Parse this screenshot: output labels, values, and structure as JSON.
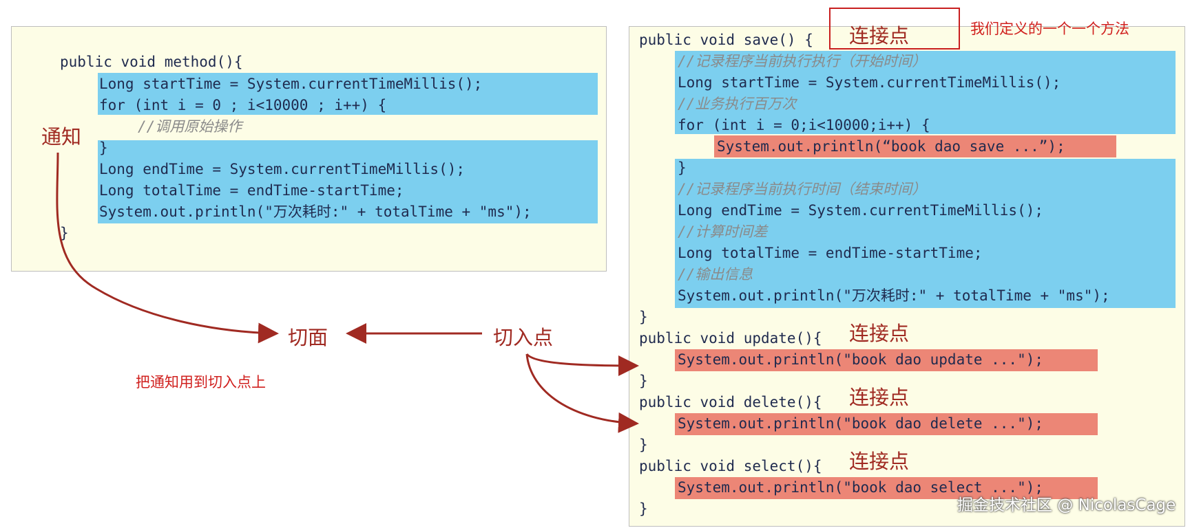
{
  "left_code": [
    "public void method(){",
    "Long startTime = System.currentTimeMillis();",
    "for (int i = 0 ; i<10000 ; i++) {",
    "//调用原始操作",
    "}",
    "Long endTime = System.currentTimeMillis();",
    "Long totalTime = endTime-startTime;",
    "System.out.println(\"万次耗时:\" + totalTime + \"ms\");",
    "}"
  ],
  "right_code": [
    "public void save() {",
    "//记录程序当前执行执行（开始时间）",
    "Long startTime = System.currentTimeMillis();",
    "//业务执行百万次",
    "for (int i = 0;i<10000;i++) {",
    "System.out.println(“book dao save ...”);",
    "}",
    "//记录程序当前执行时间（结束时间）",
    "Long endTime = System.currentTimeMillis();",
    "//计算时间差",
    "Long totalTime = endTime-startTime;",
    "//输出信息",
    "System.out.println(\"万次耗时:\" + totalTime + \"ms\");",
    "}",
    "public void update(){",
    "System.out.println(\"book dao update ...\");",
    "}",
    "public void delete(){",
    "System.out.println(\"book dao delete ...\");",
    "}",
    "public void select(){",
    "System.out.println(\"book dao select ...\");",
    "}"
  ],
  "labels": {
    "advice": "通知",
    "aspect": "切面",
    "pointcut": "切入点",
    "join_point": "连接点",
    "methods_note": "我们定义的一个一个方法",
    "apply_note": "把通知用到切入点上"
  },
  "watermark": "掘金技术社区 @ NicolasCage",
  "colors": {
    "code_highlight": "#7ccfef",
    "method_highlight": "#ec8676",
    "label": "#a02a22",
    "note": "#d0201e",
    "panel_bg": "#fdfde6"
  }
}
